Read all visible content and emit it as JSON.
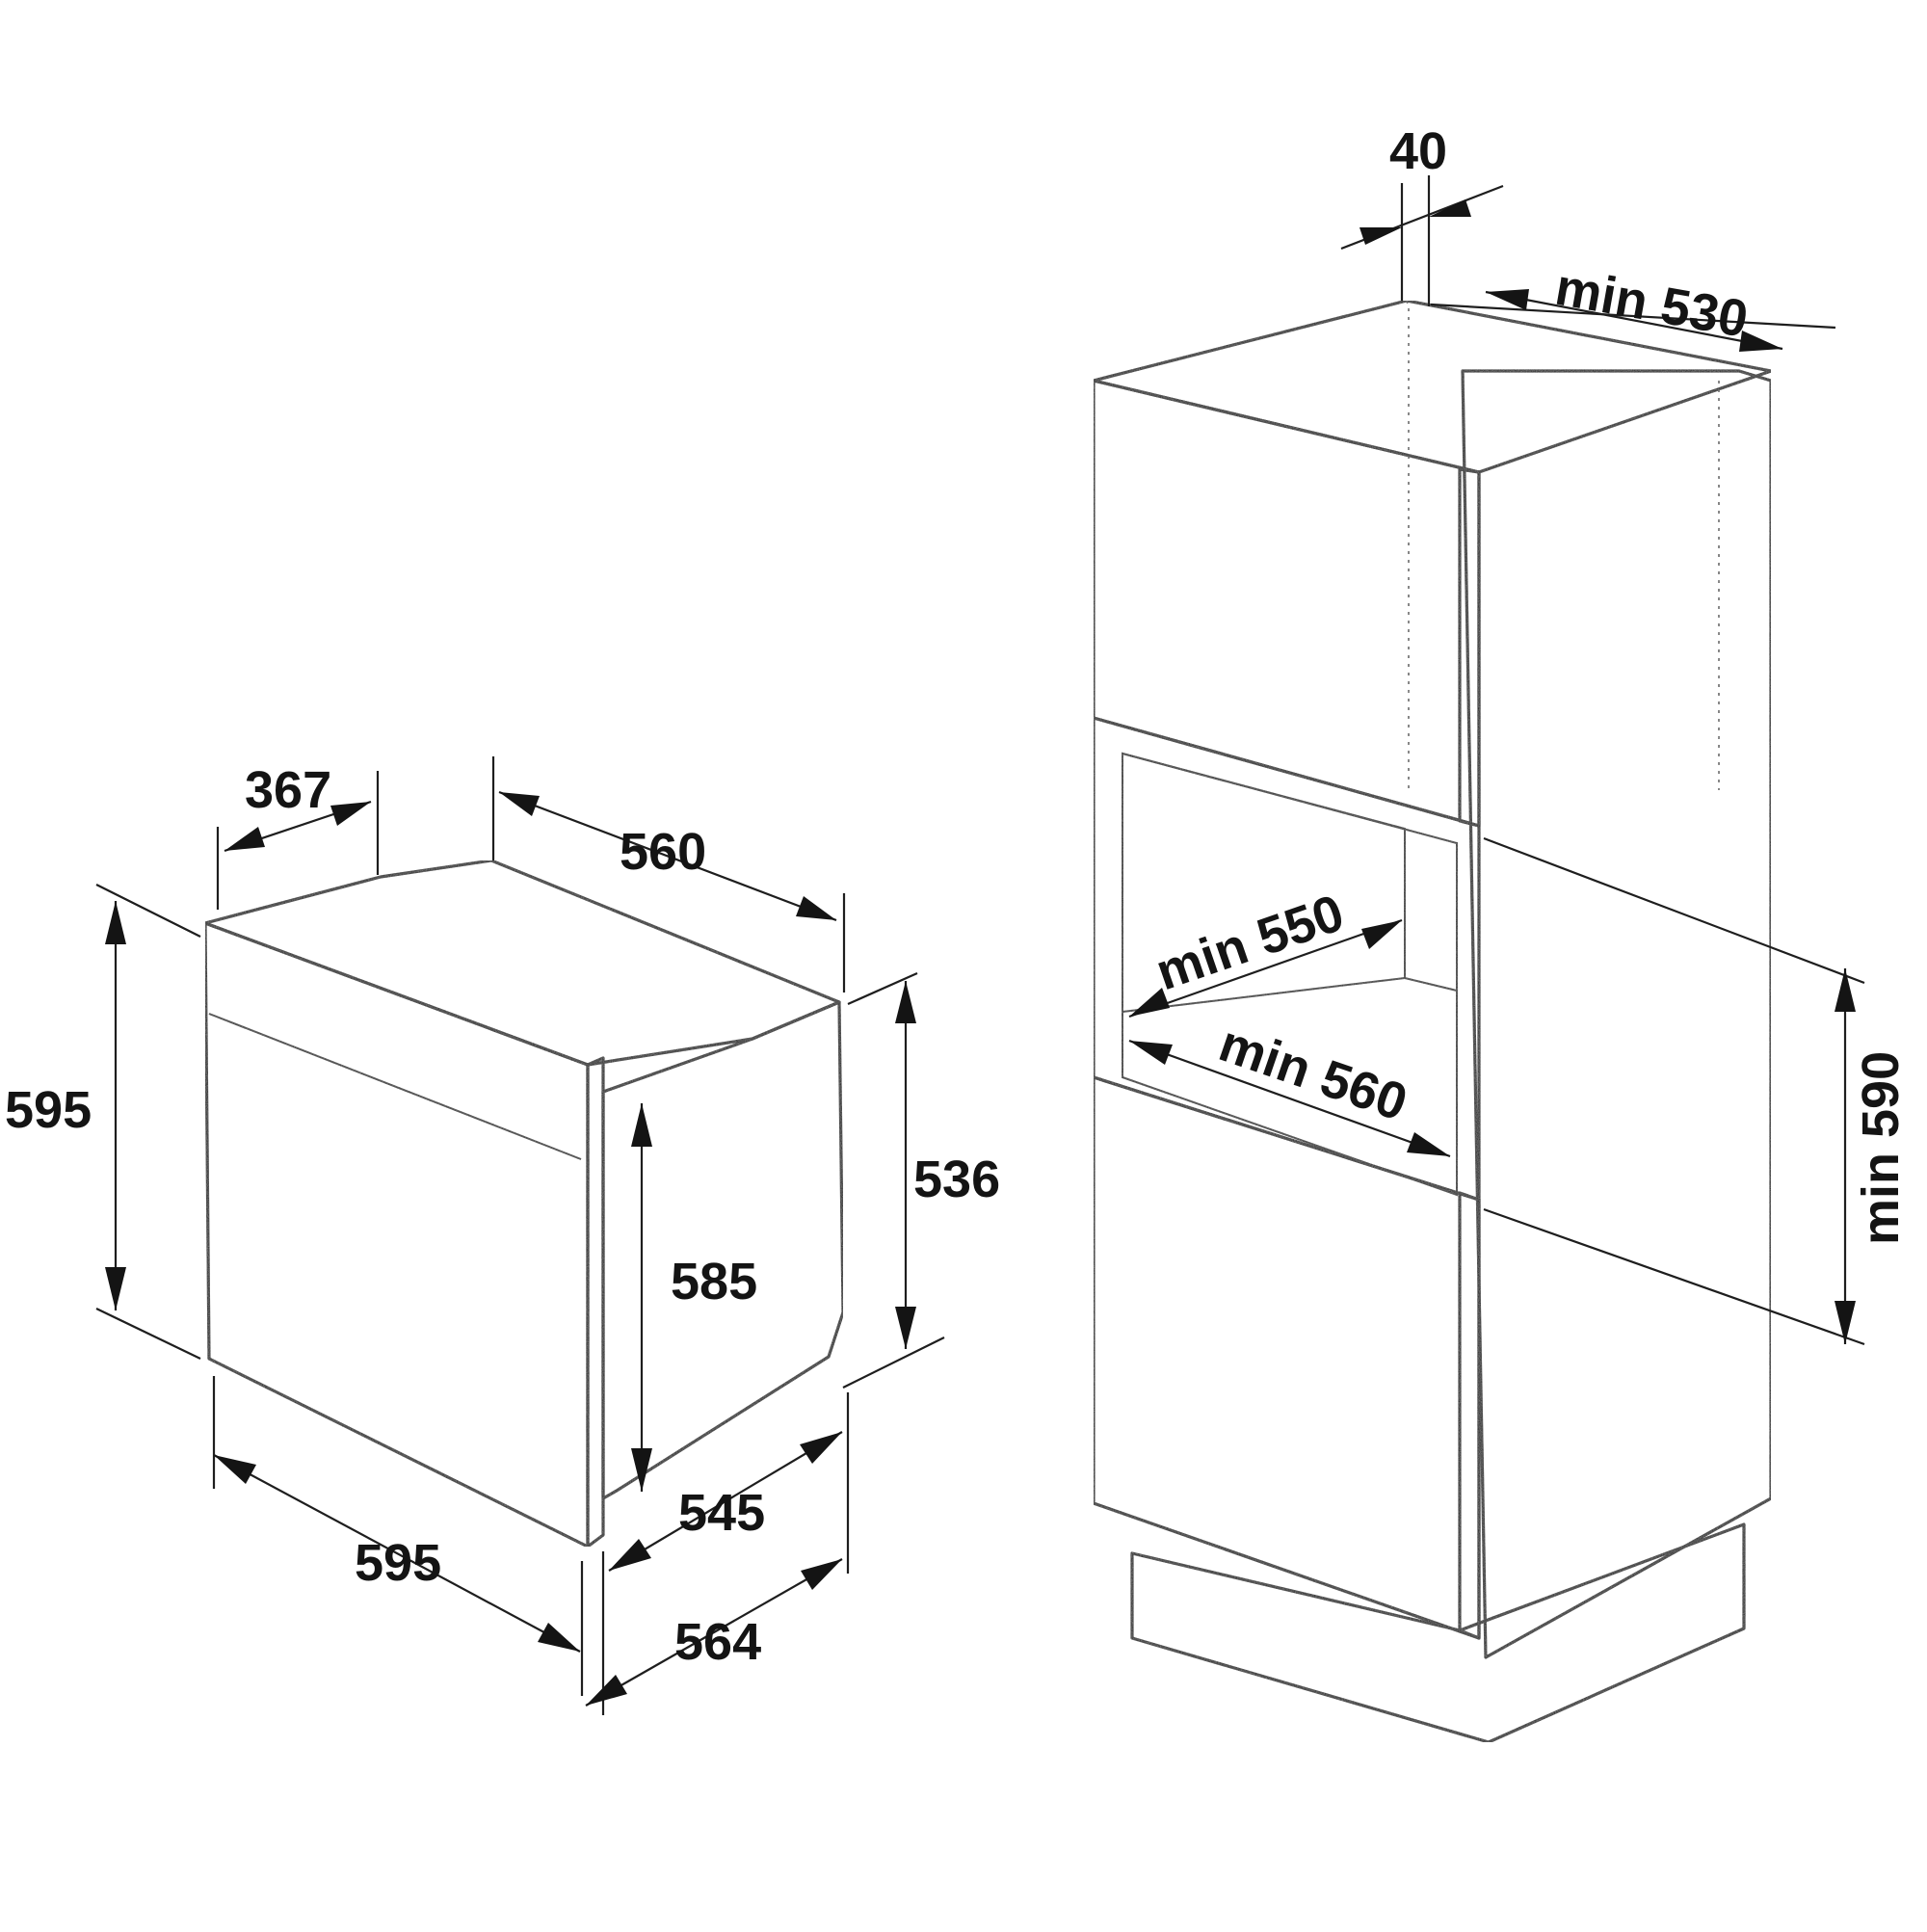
{
  "colors": {
    "ink": "#141414",
    "line": "#1e1e1e",
    "tone_light": "#cfcfcf",
    "tone_mid": "#bdbdbd",
    "tone_dark": "#a8a8a8",
    "paper": "#ffffff"
  },
  "oven": {
    "dims": {
      "top_depth": "367",
      "top_width": "560",
      "front_height": "595",
      "side_height": "536",
      "inner_height": "585",
      "bottom_depth": "545",
      "front_width": "595",
      "total_depth": "564"
    }
  },
  "cabinet": {
    "dims": {
      "gap": "40",
      "back_depth": "min 530",
      "niche_depth": "min 550",
      "niche_width": "min 560",
      "niche_height": "min 590"
    }
  }
}
